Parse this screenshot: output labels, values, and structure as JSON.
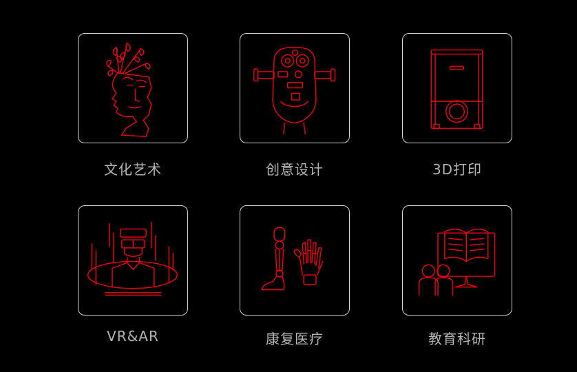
{
  "accent_color": "#e60012",
  "tiles": [
    {
      "label": "文化艺术",
      "icon": "sculpture-head-icon"
    },
    {
      "label": "创意设计",
      "icon": "coin-binocular-viewer-icon"
    },
    {
      "label": "3D打印",
      "icon": "3d-printer-icon"
    },
    {
      "label": "VR&AR",
      "icon": "vr-headset-user-icon"
    },
    {
      "label": "康复医疗",
      "icon": "prosthetic-limbs-icon"
    },
    {
      "label": "教育科研",
      "icon": "reading-book-screen-icon"
    }
  ]
}
